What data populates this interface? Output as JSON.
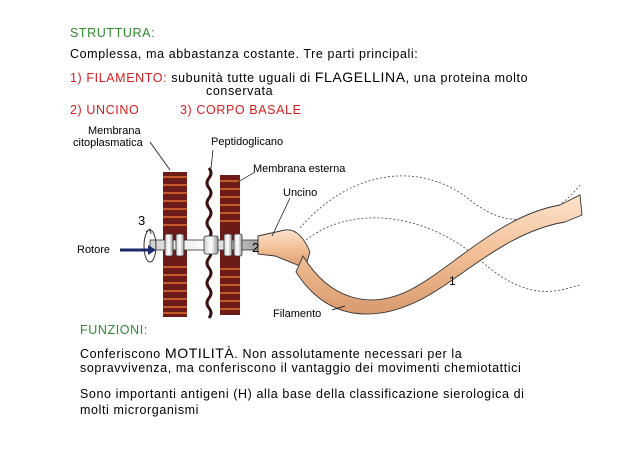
{
  "heading": "STRUTTURA:",
  "line1": "Complessa, ma abbastanza costante. Tre parti principali:",
  "part1_label": "1) FILAMENTO:",
  "part1_text_a": "subunità tutte uguali di ",
  "part1_emph": "FLAGELLINA",
  "part1_text_b": ", una proteina molto",
  "part1_text_c": "conservata",
  "part2_label": "2) UNCINO",
  "part3_label": "3) CORPO BASALE",
  "diagram": {
    "membrana_cito_1": "Membrana",
    "membrana_cito_2": "citoplasmatica",
    "peptidoglicano": "Peptidoglicano",
    "membrana_esterna": "Membrana esterna",
    "uncino": "Uncino",
    "rotore": "Rotore",
    "filamento": "Filamento",
    "num1": "1",
    "num2": "2",
    "num3": "3"
  },
  "funzioni_heading": "FUNZIONI:",
  "funz1_a": "Conferiscono ",
  "funz1_emph": "MOTILITÀ",
  "funz1_b": ". Non assolutamente necessari per la",
  "funz1_c": "sopravvivenza, ma conferiscono il vantaggio dei movimenti chemiotattici",
  "funz2_a": "Sono importanti antigeni (H) alla base della classificazione sierologica di",
  "funz2_b": "molti microrganismi",
  "colors": {
    "green": "#2e8b2e",
    "red": "#d42020",
    "membrane": "#7a1f1a",
    "flagellum": "#f2bf95",
    "rotor": "#333333"
  }
}
